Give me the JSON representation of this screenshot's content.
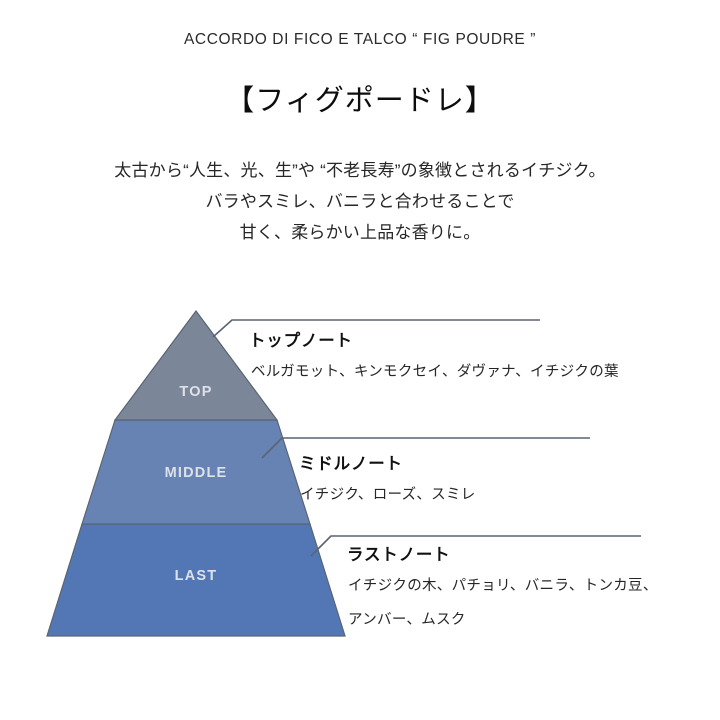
{
  "header": {
    "accord_line": "ACCORDO DI FICO E TALCO “ FIG POUDRE ”",
    "title": "【フィグポードレ】"
  },
  "description": {
    "line1": "太古から“人生、光、生”や “不老長寿”の象徴とされるイチジク。",
    "line2": "バラやスミレ、バニラと合わせることで",
    "line3": "甘く、柔らかい上品な香りに。"
  },
  "pyramid": {
    "bands": [
      {
        "key": "top",
        "label": "TOP",
        "color": "#7b8699"
      },
      {
        "key": "middle",
        "label": "MIDDLE",
        "color": "#6783b3"
      },
      {
        "key": "last",
        "label": "LAST",
        "color": "#5277b4"
      }
    ],
    "label_color": "#dde1e8",
    "outline_color": "#5a6472"
  },
  "notes": {
    "top": {
      "title": "トップノート",
      "body_line1": "ベルガモット、キンモクセイ、ダヴァナ、イチジクの葉"
    },
    "middle": {
      "title": "ミドルノート",
      "body_line1": "イチジク、ローズ、スミレ"
    },
    "last": {
      "title": "ラストノート",
      "body_line1": "イチジクの木、パチョリ、バニラ、トンカ豆、",
      "body_line2": "アンバー、ムスク"
    }
  }
}
